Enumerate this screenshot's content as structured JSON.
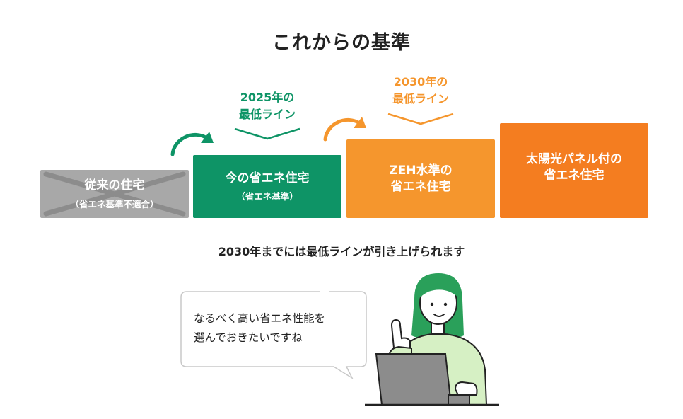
{
  "title": "これからの基準",
  "steps": {
    "old": {
      "line1": "従来の住宅",
      "line2": "（省エネ基準不適合）",
      "color": "#a8a8a8"
    },
    "now": {
      "line1": "今の省エネ住宅",
      "line2": "（省エネ基準）",
      "color": "#0e9466"
    },
    "zeh": {
      "line1": "ZEH水準の",
      "line2": "省エネ住宅",
      "color": "#f5962d"
    },
    "solar": {
      "line1": "太陽光パネル付の",
      "line2": "省エネ住宅",
      "color": "#f47d20"
    }
  },
  "labels": {
    "y2025": {
      "line1": "2025年の",
      "line2": "最低ライン",
      "color": "#0e9466"
    },
    "y2030": {
      "line1": "2030年の",
      "line2": "最低ライン",
      "color": "#f5962d"
    }
  },
  "caption": "2030年までには最低ラインが引き上げられます",
  "speech": {
    "line1": "なるべく高い省エネ性能を",
    "line2": "選んでおきたいですね"
  },
  "person_color": "#2aa05a"
}
